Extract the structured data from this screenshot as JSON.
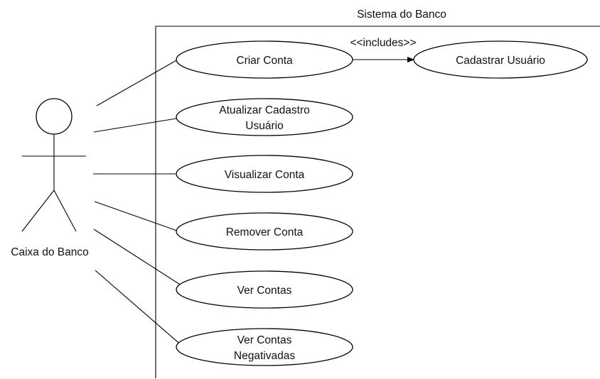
{
  "diagram": {
    "system_title": "Sistema do Banco",
    "actor": {
      "name": "Caixa do Banco"
    },
    "use_cases": {
      "criar_conta": "Criar Conta",
      "atualizar_cadastro_line1": "Atualizar Cadastro",
      "atualizar_cadastro_line2": "Usuário",
      "visualizar_conta": "Visualizar Conta",
      "remover_conta": "Remover Conta",
      "ver_contas": "Ver Contas",
      "ver_contas_negativadas_line1": "Ver Contas",
      "ver_contas_negativadas_line2": "Negativadas",
      "cadastrar_usuario": "Cadastrar Usuário"
    },
    "relationship": {
      "includes_label": "<<includes>>"
    }
  },
  "colors": {
    "stroke": "#000000",
    "background": "#ffffff",
    "text": "#111111"
  }
}
